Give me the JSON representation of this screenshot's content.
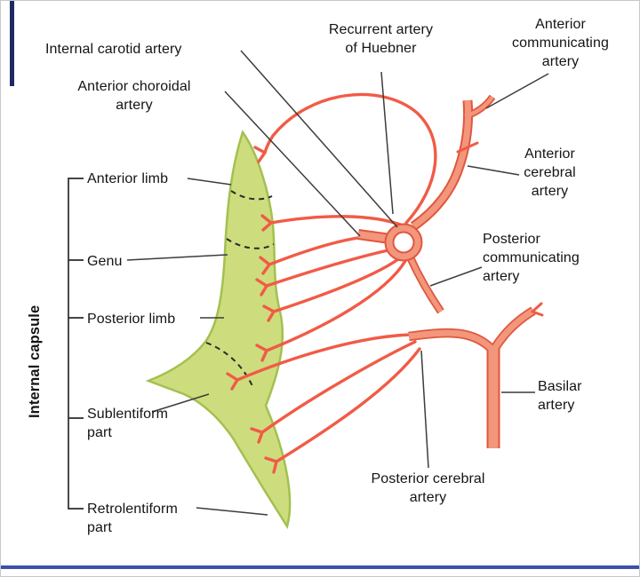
{
  "figure": {
    "type": "anatomical-diagram",
    "subject": "Arterial supply of the internal capsule",
    "labels": {
      "internal_carotid": "Internal carotid artery",
      "anterior_choroidal": "Anterior choroidal\nartery",
      "recurrent_huebner": "Recurrent artery\nof Huebner",
      "anterior_communicating": "Anterior\ncommunicating\nartery",
      "anterior_cerebral": "Anterior\ncerebral\nartery",
      "posterior_communicating": "Posterior\ncommunicating\nartery",
      "basilar": "Basilar\nartery",
      "posterior_cerebral": "Posterior cerebral\nartery",
      "bracket_title": "Internal capsule",
      "anterior_limb": "Anterior limb",
      "genu": "Genu",
      "posterior_limb": "Posterior limb",
      "sublentiform": "Sublentiform\npart",
      "retrolentiform": "Retrolentiform\npart"
    },
    "colors": {
      "capsule_fill": "#cddd7e",
      "capsule_stroke": "#a3c050",
      "artery_thin": "#f15b46",
      "artery_thick": "#f2967c",
      "artery_outline": "#e0573f",
      "leader": "#3c3c3c",
      "text": "#141414",
      "frame_blue": "#3b4fae",
      "frame_navy": "#1e2a63",
      "background": "#ffffff"
    }
  }
}
